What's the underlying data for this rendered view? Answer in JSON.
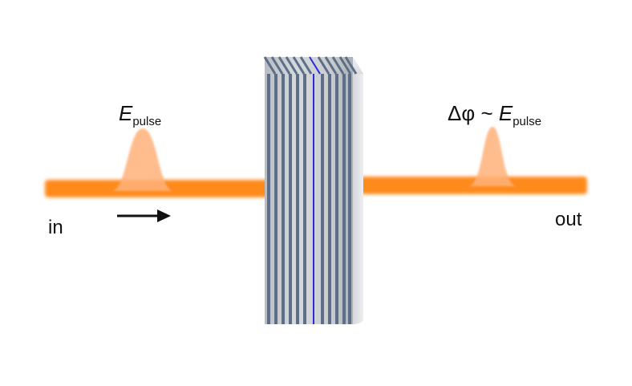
{
  "diagram": {
    "labels": {
      "input": "in",
      "output": "out",
      "pulse_symbol": "E",
      "pulse_subscript": "pulse",
      "phase_shift_symbol": "Δφ ~ ",
      "output_pulse_symbol": "E",
      "output_pulse_subscript": "pulse"
    },
    "colors": {
      "beam": "#ff8a1e",
      "pulse": "#ffb27a",
      "layer_stripe": "#5d6f88",
      "defect_layer": "#2a2ad8",
      "block_body": "#c4c8cc",
      "arrow": "#111111"
    },
    "icons": {
      "direction": "right-arrow-icon"
    }
  }
}
